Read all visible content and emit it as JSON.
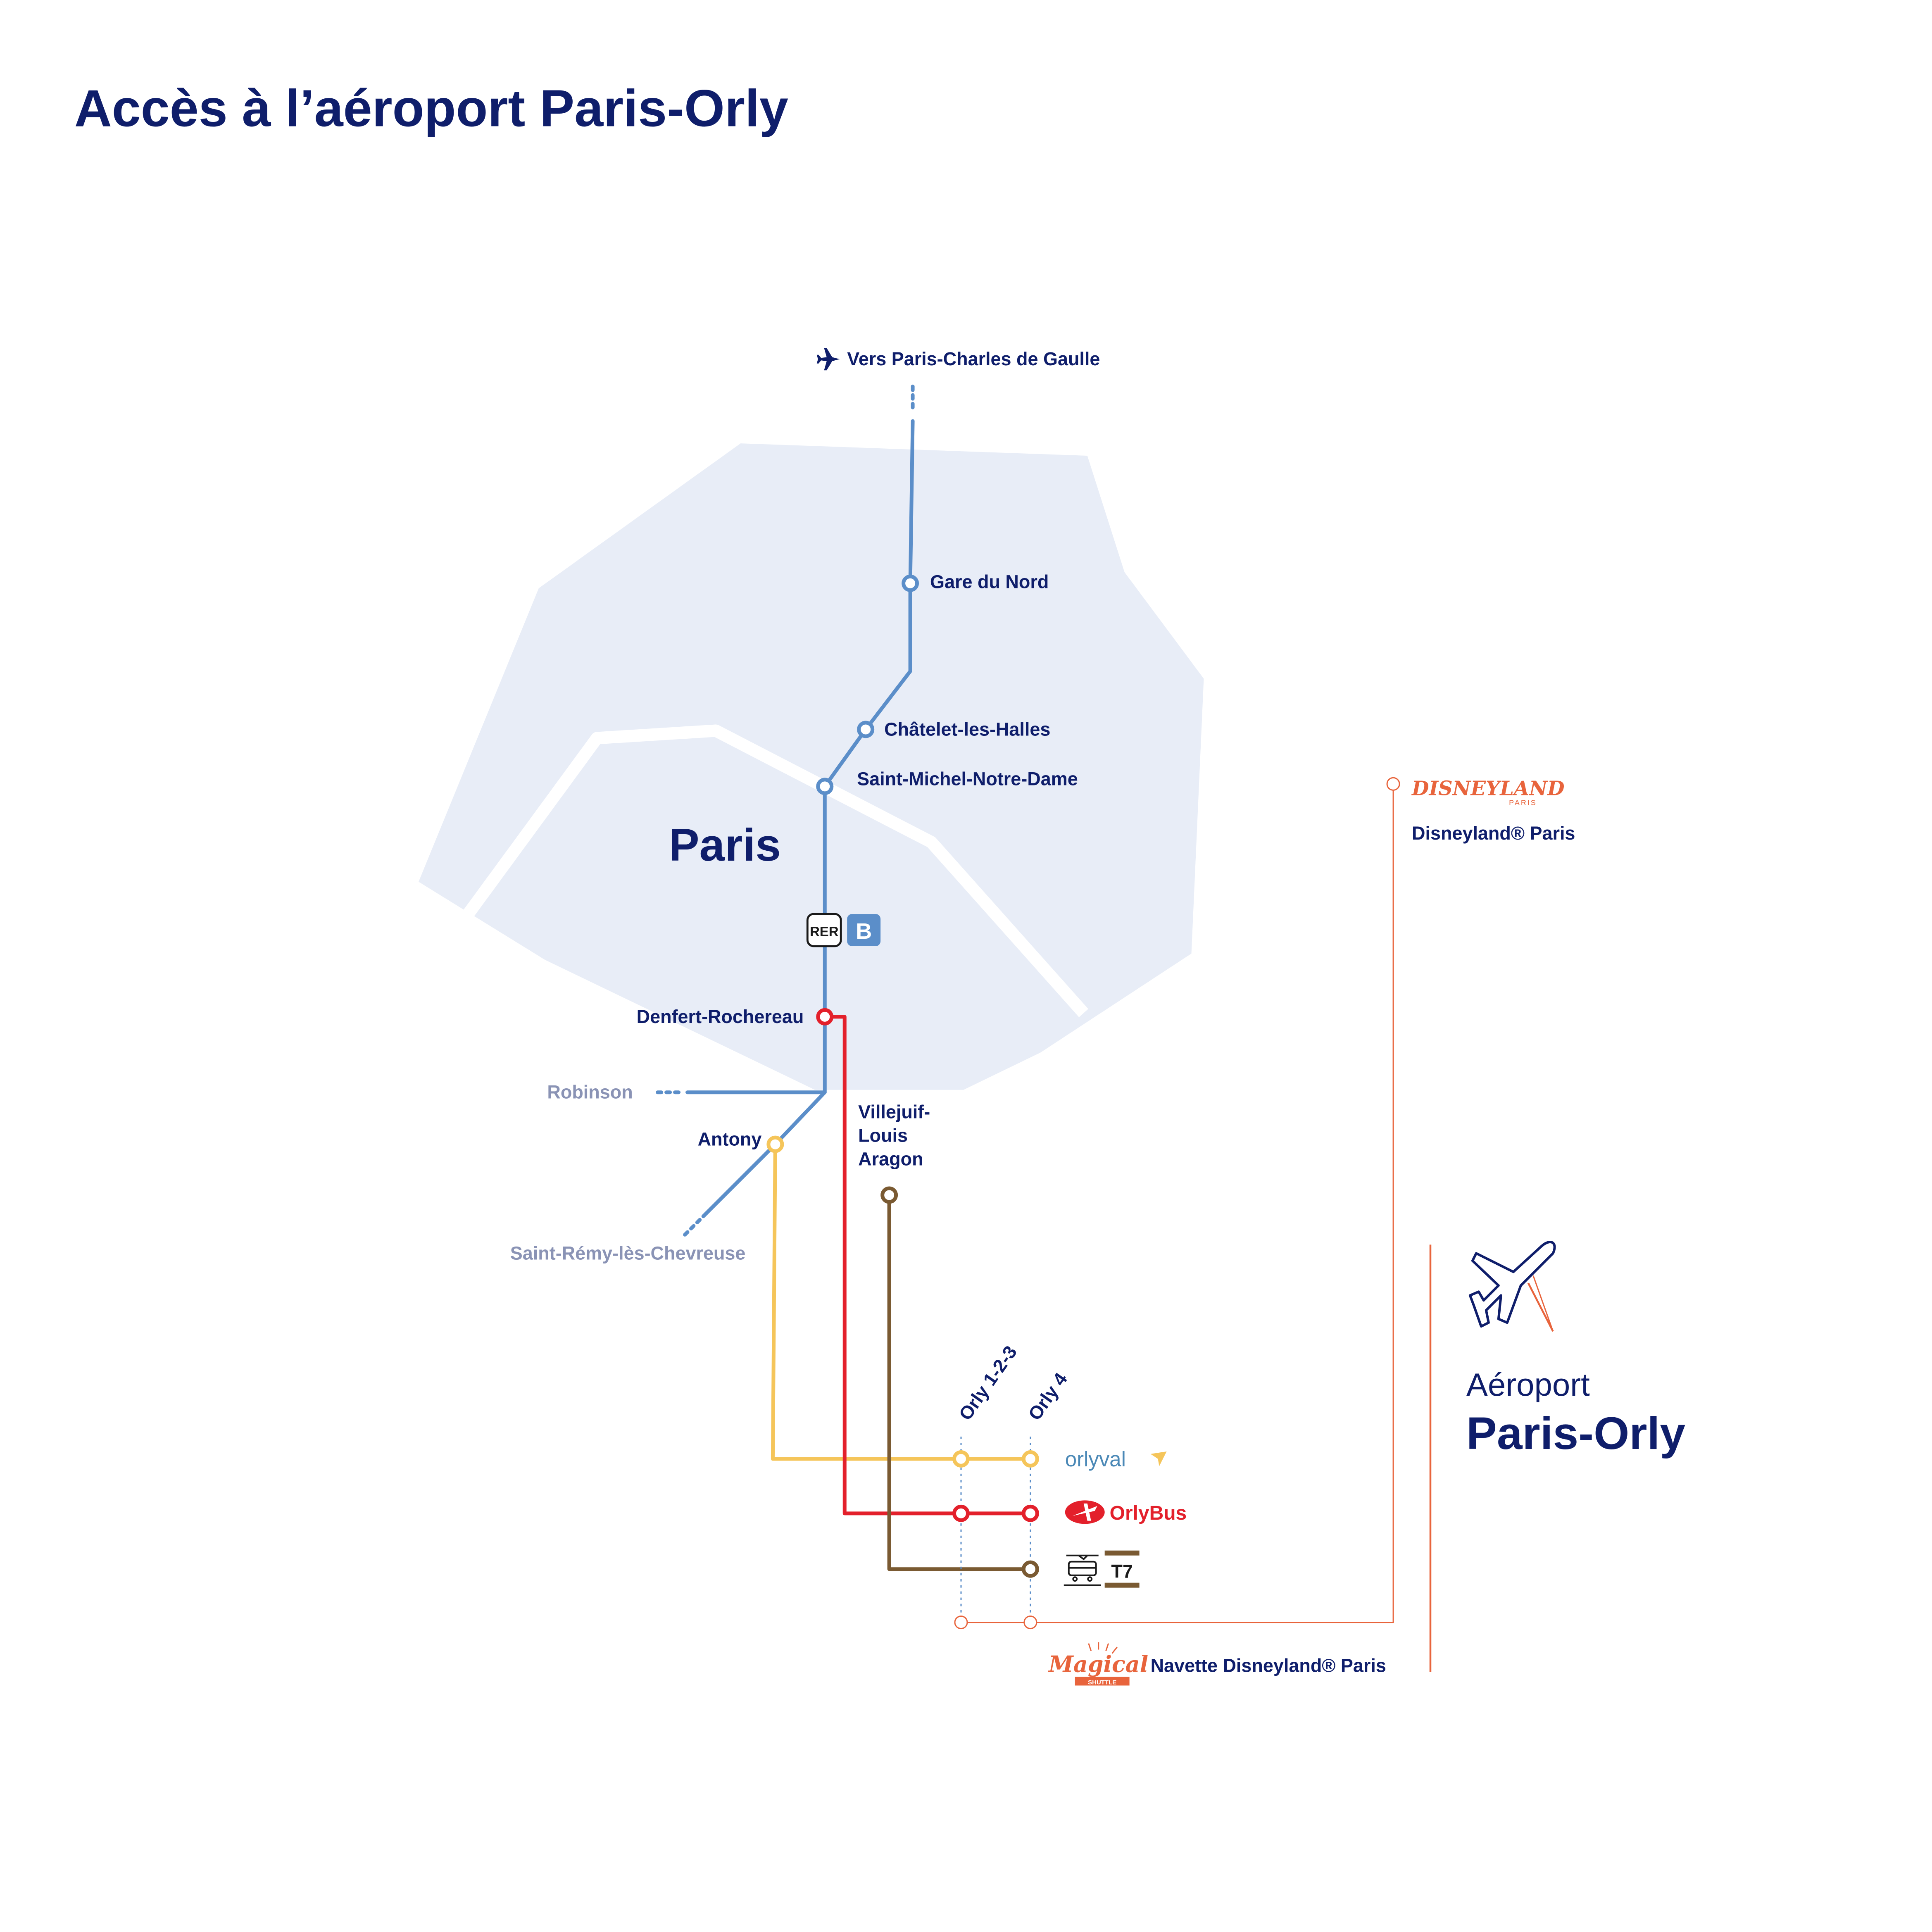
{
  "title": "Accès à l’aéroport Paris-Orly",
  "city_label": "Paris",
  "airport": {
    "line1": "Aéroport",
    "line2": "Paris-Orly"
  },
  "cdg_label": "Vers Paris-Charles de Gaulle",
  "rer": {
    "badge": "RER",
    "line": "B"
  },
  "stations": {
    "gare_du_nord": "Gare du Nord",
    "chatelet": "Châtelet-les-Halles",
    "saint_michel": "Saint-Michel-Notre-Dame",
    "denfert": "Denfert-Rochereau",
    "robinson": "Robinson",
    "antony": "Antony",
    "saint_remy": "Saint-Rémy-lès-Chevreuse",
    "villejuif": [
      "Villejuif-",
      "Louis",
      "Aragon"
    ],
    "disneyland": "Disneyland® Paris"
  },
  "terminals": [
    "Orly 1-2-3",
    "Orly 4"
  ],
  "services": {
    "orlyval": "orlyval",
    "orlybus": "OrlyBus",
    "tram": "T7",
    "navette": "Navette Disneyland® Paris",
    "disney_logo": "DISNEYLAND",
    "disney_logo_sub": "PARIS",
    "magical_logo": "Magical",
    "magical_logo_sub": "SHUTTLE"
  },
  "colors": {
    "navy": "#0f1e6b",
    "rer_b": "#5b8ec9",
    "orlyval": "#f5c55a",
    "orlybus": "#e3202b",
    "tram_t7": "#7a5a32",
    "disney": "#e8643c",
    "paris_fill": "#e8edf7",
    "grey_label": "#8a93b5"
  },
  "icons": [
    "plane-icon",
    "airport-plane-icon",
    "tram-icon",
    "orlybus-logo-icon",
    "orlyval-arrow-icon"
  ]
}
